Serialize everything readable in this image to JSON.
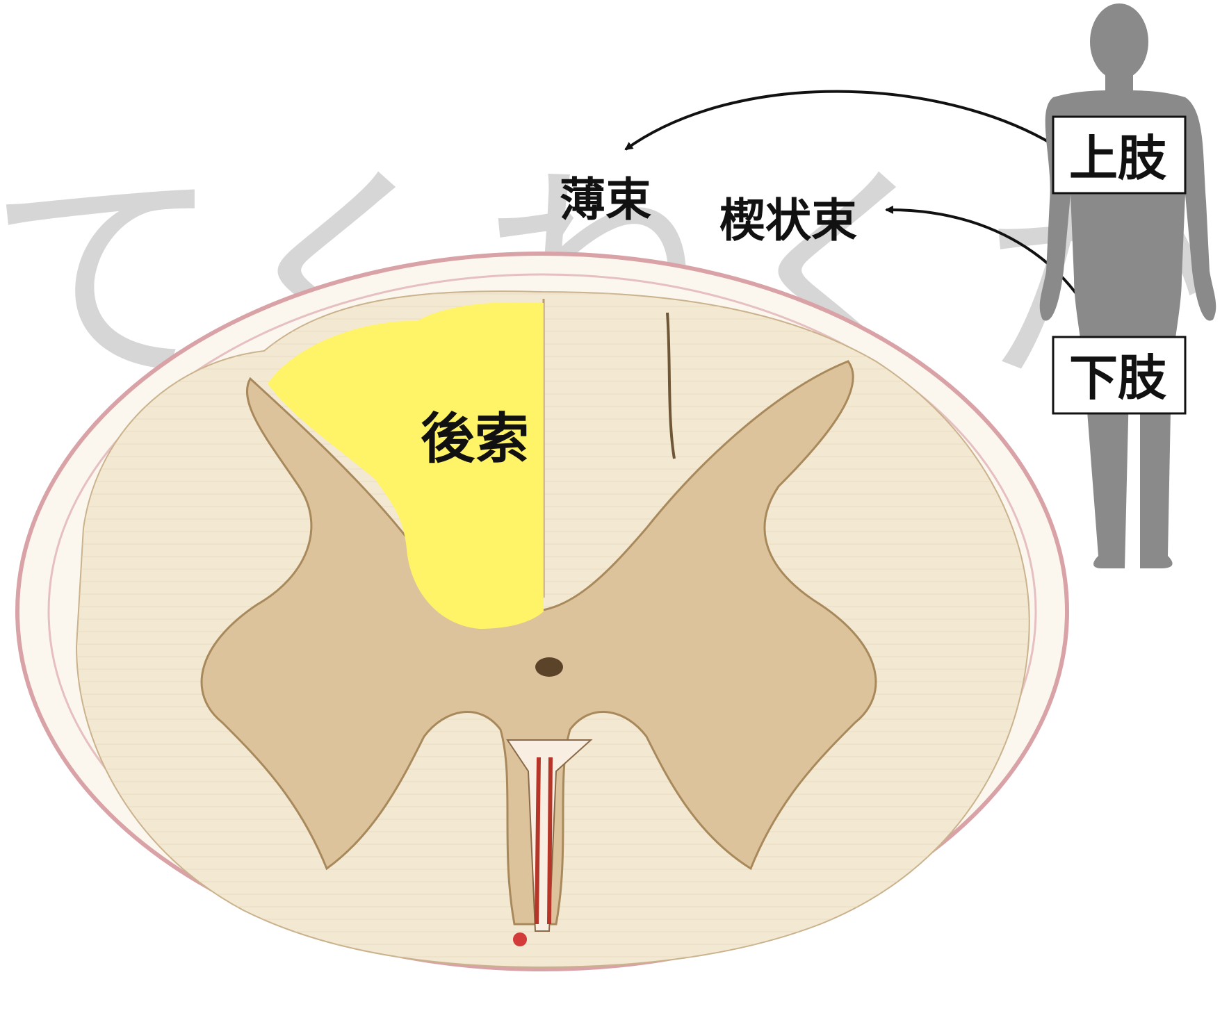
{
  "watermark": {
    "text": "てくねくか？"
  },
  "labels": {
    "posterior_column": "後索",
    "fasciculus_gracilis": "薄束",
    "fasciculus_cuneatus": "楔状束",
    "upper_limb": "上肢",
    "lower_limb": "下肢"
  },
  "colors": {
    "highlight": "#fff467",
    "white_matter": "#f3e8d2",
    "gray_matter": "#dcc39b",
    "pia_outline": "#d9a2a6",
    "body_silhouette": "#8a8a8a",
    "vessel": "#b53528",
    "arrow": "#111111"
  }
}
